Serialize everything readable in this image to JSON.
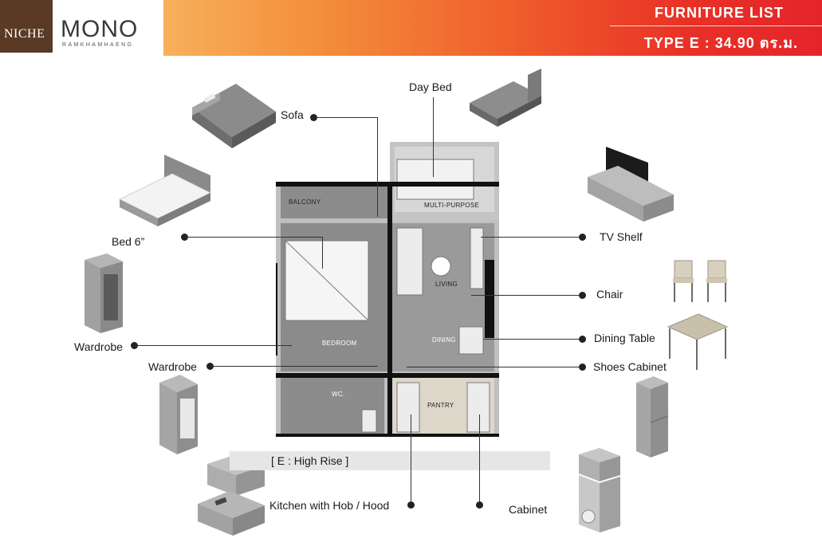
{
  "header": {
    "brand_left": "NICHE",
    "brand_main": "MONO",
    "brand_sub": "RAMKHAMHAENG",
    "title": "FURNITURE LIST",
    "type": "TYPE E : 34.90 ตร.ม."
  },
  "labels": {
    "sofa": "Sofa",
    "day_bed": "Day Bed",
    "tv_shelf": "TV Shelf",
    "bed": "Bed 6”",
    "chair": "Chair",
    "dining_table": "Dining Table",
    "wardrobe_1": "Wardrobe",
    "wardrobe_2": "Wardrobe",
    "shoes_cabinet": "Shoes Cabinet",
    "kitchen": "Kitchen with Hob / Hood",
    "cabinet": "Cabinet"
  },
  "plan": {
    "balcony": "BALCONY",
    "multi_purpose": "MULTI-PURPOSE",
    "living": "LIVING",
    "bedroom": "BEDROOM",
    "dining": "DINING",
    "wc": "WC.",
    "pantry": "PANTRY",
    "caption": "[ E : High Rise ]"
  },
  "colors": {
    "banner_start": "#f7b05b",
    "banner_end": "#e5242a",
    "logo_brown": "#5a3a25"
  }
}
